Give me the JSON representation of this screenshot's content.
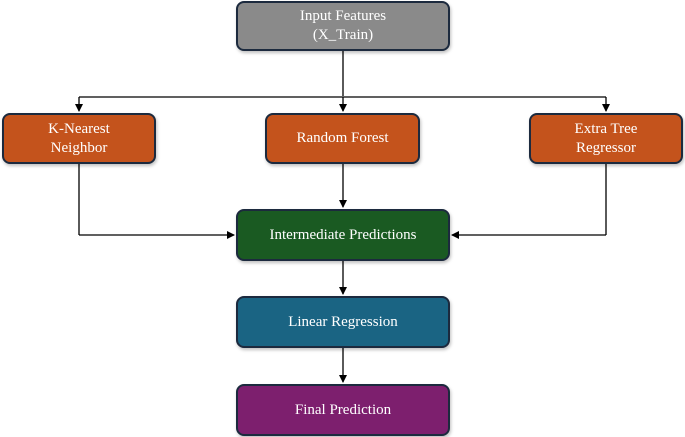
{
  "colors": {
    "input": "#8a8a8a",
    "model": "#c4531c",
    "intermediate": "#1a5a22",
    "linear": "#1a6483",
    "final": "#7d1f6e",
    "border": "#1c2a3e",
    "arrow": "#000000"
  },
  "nodes": {
    "input": {
      "label": "Input Features\n(X_Train)"
    },
    "knn": {
      "label": "K-Nearest\nNeighbor"
    },
    "random_forest": {
      "label": "Random Forest"
    },
    "extra_tree": {
      "label": "Extra Tree\nRegressor"
    },
    "intermediate": {
      "label": "Intermediate Predictions"
    },
    "linear_regression": {
      "label": "Linear Regression"
    },
    "final": {
      "label": "Final Prediction"
    }
  }
}
